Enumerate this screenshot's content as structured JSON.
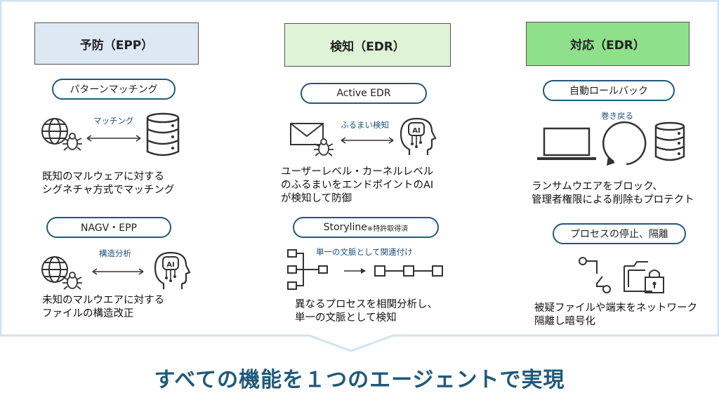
{
  "columns": [
    {
      "header": "予防（EPP）",
      "header_color": "#dde8f5",
      "sections": [
        {
          "pill": "パターンマッチング",
          "label": "マッチング",
          "desc": [
            "既知のマルウェアに対する",
            "シグネチャ方式でマッチング"
          ]
        },
        {
          "pill": "NAGV・EPP",
          "label": "構造分析",
          "desc": [
            "未知のマルウエアに対する",
            "ファイルの構造改正"
          ]
        }
      ]
    },
    {
      "header": "検知（EDR）",
      "header_color": "#dff3d6",
      "sections": [
        {
          "pill": "Active EDR",
          "label": "ふるまい検知",
          "desc": [
            "ユーザーレベル・カーネルレベル",
            "のふるまいをエンドポイントのAI",
            "が検知して防御"
          ]
        },
        {
          "pill": "Storyline",
          "pill_note": "※特許取得済",
          "label": "単一の文脈として関連付け",
          "desc": [
            "異なるプロセスを相関分析し、",
            "単一の文脈として検知"
          ]
        }
      ]
    },
    {
      "header": "対応（EDR）",
      "header_color": "#8fe08a",
      "sections": [
        {
          "pill": "自動ロールバック",
          "label": "巻き戻る",
          "desc": [
            "ランサムウエアをブロック、",
            "管理者権限による削除もプロテクト"
          ]
        },
        {
          "pill": "プロセスの停止、隔離",
          "desc": [
            "被疑ファイルや端末をネットワーク",
            "隔離し暗号化"
          ]
        }
      ]
    }
  ],
  "icon_ai_text": "AI",
  "footer": "すべての機能を１つのエージェントで実現",
  "colors": {
    "accent": "#1f5a7a",
    "panel_border": "#cfe3ef"
  }
}
